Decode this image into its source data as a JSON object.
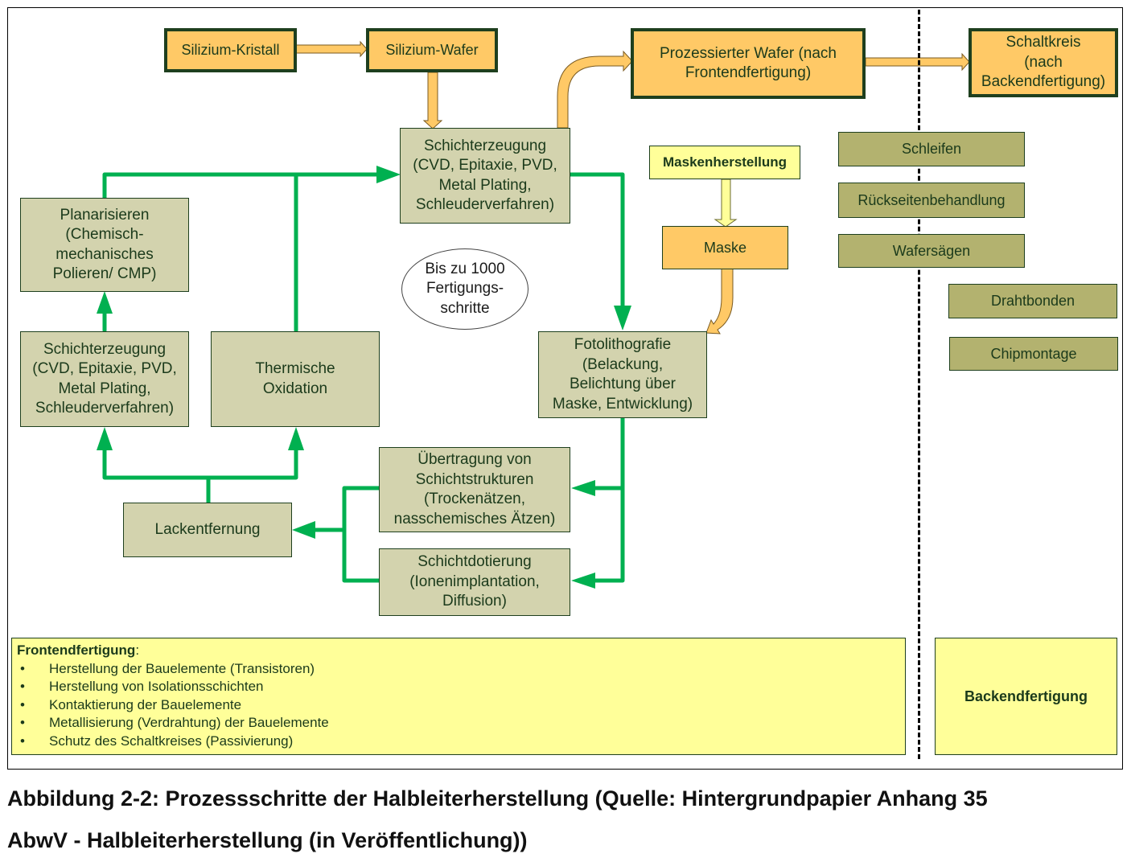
{
  "diagram": {
    "nodes": {
      "silizium_kristall": "Silizium-Kristall",
      "silizium_wafer": "Silizium-Wafer",
      "prozessierter_wafer": "Prozessierter Wafer (nach Frontendfertigung)",
      "schaltkreis": "Schaltkreis (nach Backendfertigung)",
      "schichterzeugung_top": "Schichterzeugung (CVD, Epitaxie, PVD, Metal Plating, Schleuderverfahren)",
      "maskenherstellung": "Maskenherstellung",
      "maske": "Maske",
      "planarisieren": "Planarisieren (Chemisch-mechanisches Polieren/ CMP)",
      "schichterzeugung_left": "Schichterzeugung (CVD, Epitaxie, PVD, Metal Plating, Schleuderverfahren)",
      "thermische_oxidation": "Thermische Oxidation",
      "fotolithografie": "Fotolithografie (Belackung, Belichtung über Maske, Entwicklung)",
      "uebertragung": "Übertragung von Schichtstrukturen (Trockenätzen, nasschemisches Ätzen)",
      "schichtdotierung": "Schichtdotierung (Ionenimplantation, Diffusion)",
      "lackentfernung": "Lackentfernung",
      "ellipse_note": "Bis zu 1000 Fertigungs-schritte"
    },
    "lines": {
      "prozessierter_wafer": [
        "Prozessierter Wafer (nach",
        "Frontendfertigung)"
      ],
      "schaltkreis": [
        "Schaltkreis",
        "(nach",
        "Backendfertigung)"
      ],
      "schichterzeugung": [
        "Schichterzeugung",
        "(CVD, Epitaxie, PVD,",
        "Metal Plating,",
        "Schleuderverfahren)"
      ],
      "planarisieren": [
        "Planarisieren",
        "(Chemisch-",
        "mechanisches",
        "Polieren/ CMP)"
      ],
      "thermische_oxidation": [
        "Thermische",
        "Oxidation"
      ],
      "fotolithografie": [
        "Fotolithografie",
        "(Belackung,",
        "Belichtung über",
        "Maske, Entwicklung)"
      ],
      "uebertragung": [
        "Übertragung von",
        "Schichtstrukturen",
        "(Trockenätzen,",
        "nasschemisches Ätzen)"
      ],
      "schichtdotierung": [
        "Schichtdotierung",
        "(Ionenimplantation,",
        "Diffusion)"
      ],
      "ellipse_note": [
        "Bis zu 1000",
        "Fertigungs-",
        "schritte"
      ]
    },
    "backend_steps": [
      "Schleifen",
      "Rückseitenbehandlung",
      "Wafersägen",
      "Drahtbonden",
      "Chipmontage"
    ],
    "frontend_box": {
      "title": "Frontendfertigung",
      "title_suffix": ":",
      "items": [
        "Herstellung der Bauelemente (Transistoren)",
        "Herstellung von Isolationsschichten",
        "Kontaktierung der Bauelemente",
        "Metallisierung (Verdrahtung) der Bauelemente",
        "Schutz des Schaltkreises (Passivierung)"
      ]
    },
    "backend_box": {
      "title": "Backendfertigung"
    },
    "colors": {
      "product": "#ffc966",
      "process": "#d3d3ae",
      "backend_step": "#b3b26f",
      "note": "#ffff99",
      "flow_arrow": "#00b050",
      "border": "#1e3f1e"
    }
  },
  "caption": {
    "line1": "Abbildung 2-2: Prozessschritte der Halbleiterherstellung (Quelle: Hintergrundpapier Anhang 35",
    "line2": "AbwV - Halbleiterherstellung (in Veröffentlichung))"
  }
}
